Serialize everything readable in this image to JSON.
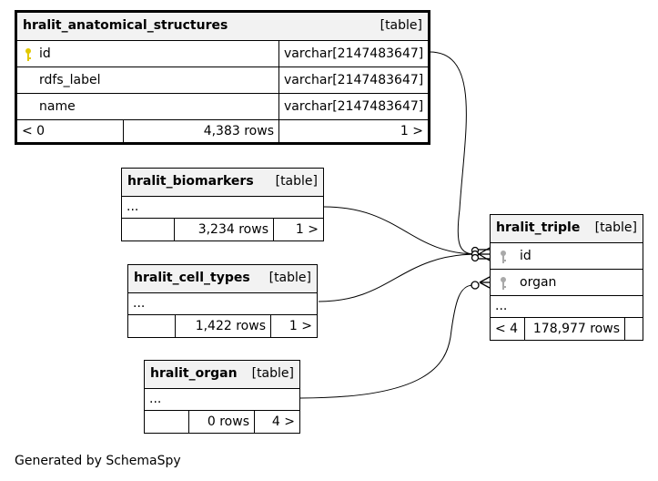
{
  "tables": {
    "anatomical": {
      "name": "hralit_anatomical_structures",
      "kind": "[table]",
      "columns": [
        {
          "name": "id",
          "type": "varchar[2147483647]",
          "key": "primary"
        },
        {
          "name": "rdfs_label",
          "type": "varchar[2147483647]",
          "key": ""
        },
        {
          "name": "name",
          "type": "varchar[2147483647]",
          "key": ""
        }
      ],
      "footer": {
        "parents": "< 0",
        "rows": "4,383 rows",
        "children": "1 >"
      }
    },
    "biomarkers": {
      "name": "hralit_biomarkers",
      "kind": "[table]",
      "ellipsis": "...",
      "footer": {
        "parents": "",
        "rows": "3,234 rows",
        "children": "1 >"
      }
    },
    "cell_types": {
      "name": "hralit_cell_types",
      "kind": "[table]",
      "ellipsis": "...",
      "footer": {
        "parents": "",
        "rows": "1,422 rows",
        "children": "1 >"
      }
    },
    "organ": {
      "name": "hralit_organ",
      "kind": "[table]",
      "ellipsis": "...",
      "footer": {
        "parents": "",
        "rows": "0 rows",
        "children": "4 >"
      }
    },
    "triple": {
      "name": "hralit_triple",
      "kind": "[table]",
      "columns": [
        {
          "name": "id",
          "key": "foreign"
        },
        {
          "name": "organ",
          "key": "foreign"
        }
      ],
      "ellipsis": "...",
      "footer": {
        "parents": "< 4",
        "rows": "178,977 rows",
        "children": ""
      }
    }
  },
  "colors": {
    "primary_key": "#e2c800",
    "foreign_key": "#a9a9a9",
    "header_bg": "#f2f2f2"
  },
  "generated_by": "Generated by SchemaSpy"
}
